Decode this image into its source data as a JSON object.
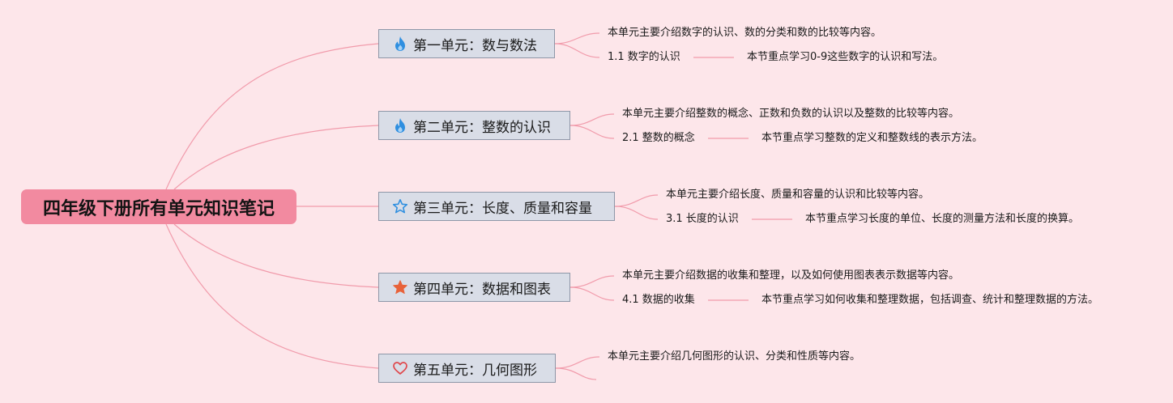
{
  "root": {
    "title": "四年级下册所有单元知识笔记"
  },
  "units": [
    {
      "icon": "fire-icon",
      "title": "第一单元：数与数法",
      "summary": "本单元主要介绍数字的认识、数的分类和数的比较等内容。",
      "sub_title": "1.1 数字的认识",
      "sub_detail": "本节重点学习0-9这些数字的认识和写法。"
    },
    {
      "icon": "fire-icon",
      "title": "第二单元：整数的认识",
      "summary": "本单元主要介绍整数的概念、正数和负数的认识以及整数的比较等内容。",
      "sub_title": "2.1 整数的概念",
      "sub_detail": "本节重点学习整数的定义和整数线的表示方法。"
    },
    {
      "icon": "star-outline-icon",
      "title": "第三单元：长度、质量和容量",
      "summary": "本单元主要介绍长度、质量和容量的认识和比较等内容。",
      "sub_title": "3.1 长度的认识",
      "sub_detail": "本节重点学习长度的单位、长度的测量方法和长度的换算。"
    },
    {
      "icon": "star-filled-icon",
      "title": "第四单元：数据和图表",
      "summary": "本单元主要介绍数据的收集和整理，以及如何使用图表表示数据等内容。",
      "sub_title": "4.1 数据的收集",
      "sub_detail": "本节重点学习如何收集和整理数据，包括调查、统计和整理数据的方法。"
    },
    {
      "icon": "heart-outline-icon",
      "title": "第五单元：几何图形",
      "summary": "本单元主要介绍几何图形的认识、分类和性质等内容。"
    }
  ],
  "colors": {
    "background": "#fde6ea",
    "root_fill": "#f28aa0",
    "node_fill": "#d9dde7",
    "node_border": "#8e97a8",
    "connector": "#f19bab",
    "fire": "#2f8fe0",
    "star_outline": "#2f8fe0",
    "star_filled": "#e8623a",
    "heart": "#e0464a"
  }
}
